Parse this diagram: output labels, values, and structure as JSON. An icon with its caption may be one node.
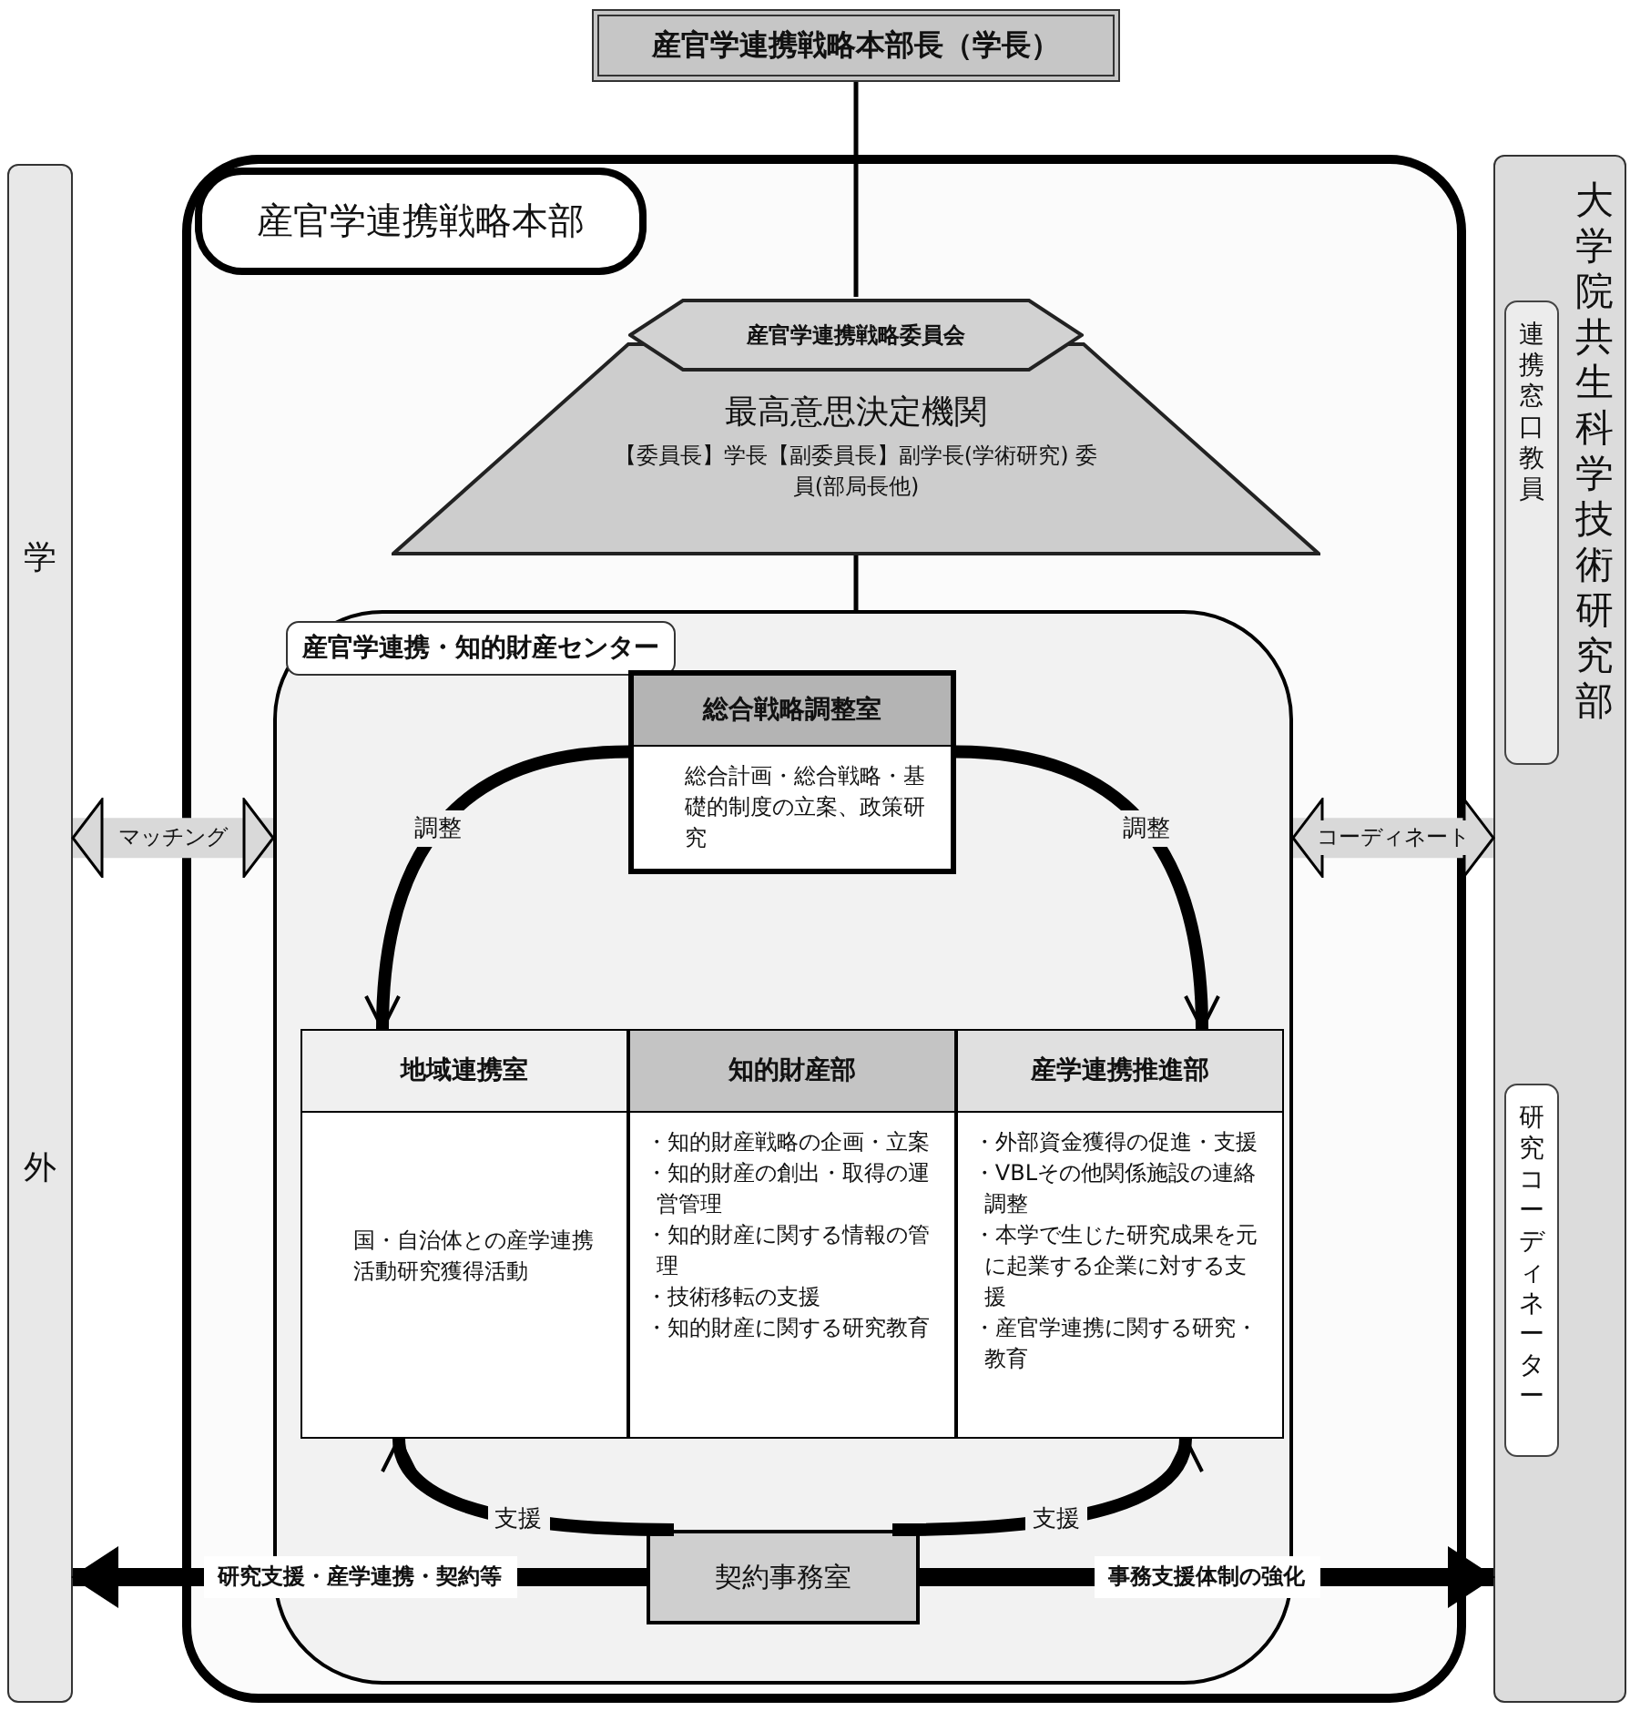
{
  "diagram": {
    "nodes": [
      {
        "text": [
          "産官学連携戦略本部長（学長）"
        ]
      },
      {
        "text": [
          "産官学連携戦略本部"
        ]
      },
      {
        "text": [
          "産官学連携戦略委員会"
        ],
        "in": 1
      },
      {
        "text": [
          "最高意思決定機関",
          "【委員長】学長【副委員長】副学長(学術研究) 委員(部局長他)"
        ],
        "in": 1
      },
      {
        "text": [
          "産官学連携・知的財産センター"
        ],
        "in": 1
      },
      {
        "text": [
          "総合戦略調整室",
          "総合計画・総合戦略・基礎的制度の立案、政策研究"
        ],
        "in": 4
      },
      {
        "text": [
          "地域連携室",
          "国・自治体との産学連携活動研究獲得活動"
        ],
        "in": 4
      },
      {
        "text": [
          "知的財産部",
          "・知的財産戦略の企画・立案",
          "・知的財産の創出・取得の運営管理",
          "・知的財産に関する情報の管理",
          "・技術移転の支援",
          "・知的財産に関する研究教育"
        ],
        "in": 4
      },
      {
        "text": [
          "産学連携推進部",
          "・外部資金獲得の促進・支援",
          "・VBLその他関係施設の連絡調整",
          "・本学で生じた研究成果を元に起業する企業に対する支援",
          "・産官学連携に関する研究・教育"
        ],
        "in": 4
      },
      {
        "text": [
          "契約事務室"
        ],
        "in": 4
      },
      {
        "text": [
          "学外"
        ]
      },
      {
        "text": [
          "大学院共生科学技術研究部"
        ]
      },
      {
        "text": [
          "連携窓口教員"
        ],
        "in": 11
      },
      {
        "text": [
          "研究コーディネーター"
        ],
        "in": 11
      }
    ],
    "edges": [
      {
        "from": 0,
        "to": 2,
        "arrow": "none"
      },
      {
        "from": 3,
        "to": 4,
        "arrow": "none"
      },
      {
        "from": 5,
        "to": 6,
        "label": "調整",
        "arrow": "to"
      },
      {
        "from": 5,
        "to": 8,
        "label": "調整",
        "arrow": "to"
      },
      {
        "from": 9,
        "to": 6,
        "label": "支援",
        "arrow": "to"
      },
      {
        "from": 9,
        "to": 8,
        "label": "支援",
        "arrow": "to"
      },
      {
        "from": 10,
        "to": 4,
        "label": "マッチング",
        "arrow": "both",
        "style": "thick",
        "color": "#d9d9d9"
      },
      {
        "from": 4,
        "to": 11,
        "label": "コーディネート",
        "arrow": "both",
        "style": "thick",
        "color": "#d9d9d9"
      },
      {
        "from": 9,
        "to": 10,
        "label": "研究支援・産学連携・契約等",
        "arrow": "to"
      },
      {
        "from": 9,
        "to": 11,
        "label": "事務支援体制の強化",
        "arrow": "to"
      }
    ]
  }
}
